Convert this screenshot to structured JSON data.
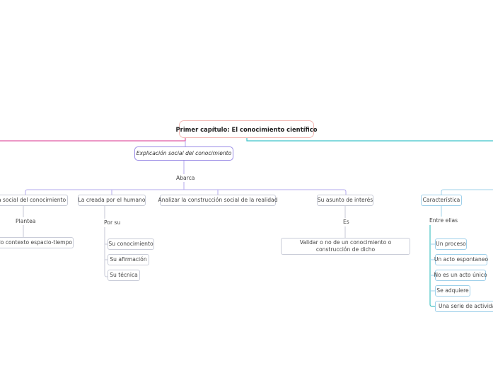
{
  "root": "Primer capítulo: El conocimiento científico",
  "main": {
    "title": "Explicación social del conocimiento",
    "connector": "Abarca",
    "branches": [
      {
        "label": "a social del conocimiento",
        "connector": "Plantea",
        "children": [
          "do contexto espacio-tiempo"
        ]
      },
      {
        "label": "La creada por el humano",
        "connector": "Por su",
        "children": [
          "Su conocimiento",
          "Su afirmación",
          "Su técnica"
        ]
      },
      {
        "label": "Analizar la construcción social de la realidad",
        "connector": "",
        "children": []
      },
      {
        "label": "Su asunto de interés",
        "connector": "Es",
        "children": [
          "Validar o no de un conocimiento o construcción de dicho"
        ]
      }
    ]
  },
  "right": {
    "title": "Característica",
    "connector": "Entre ellas",
    "children": [
      "Un proceso",
      "Un acto espontaneo",
      "No es un acto único",
      "Se adquiere",
      "Una serie de actividade"
    ]
  },
  "colors": {
    "root_border": "#f2b8b4",
    "left_line": "#e05aa3",
    "right_line": "#3cc3c9",
    "main_border": "#9b8de6",
    "right_branch": "#9fd0ea",
    "node_border": "#c9ccd8"
  }
}
